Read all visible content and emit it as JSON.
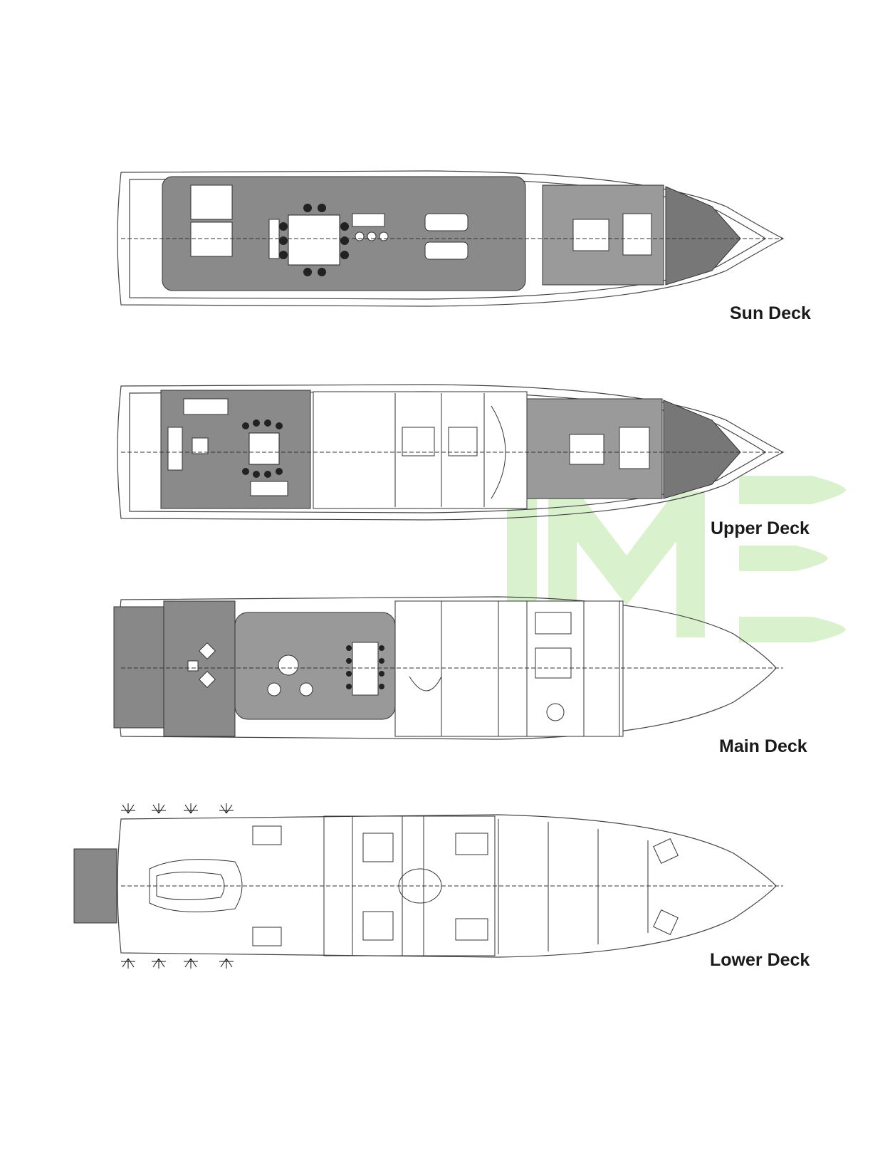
{
  "decks": [
    {
      "id": "sun",
      "name": "Sun Deck"
    },
    {
      "id": "upper",
      "name": "Upper Deck"
    },
    {
      "id": "main",
      "name": "Main Deck"
    },
    {
      "id": "lower",
      "name": "Lower Deck"
    }
  ],
  "watermark": {
    "color": "#b7e3a3"
  }
}
